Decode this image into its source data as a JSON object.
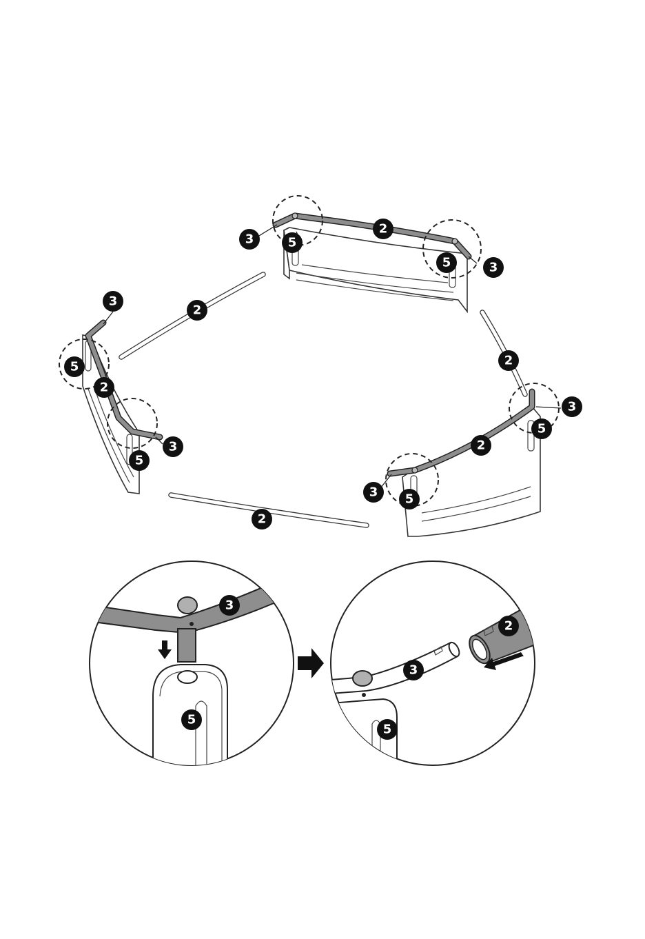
{
  "callouts": {
    "top_left_3": "3",
    "top_left_5": "5",
    "top_middle_2": "2",
    "top_right_5": "5",
    "top_right_3": "3",
    "upper_left_tube_2": "2",
    "left_top_3": "3",
    "left_5": "5",
    "left_2": "2",
    "left_lower_3": "3",
    "left_lower_5": "5",
    "right_tube_2": "2",
    "right_upper_3": "3",
    "right_upper_5": "5",
    "right_middle_2": "2",
    "right_lower_3": "3",
    "right_lower_5": "5",
    "bottom_tube_2": "2",
    "detail_left_3": "3",
    "detail_left_5": "5",
    "detail_right_2": "2",
    "detail_right_3": "3",
    "detail_right_5": "5"
  },
  "icons": {
    "step_arrow": "right-arrow-icon",
    "insert_arrow": "down-arrow-icon",
    "slide_arrow": "down-left-arrow-icon"
  },
  "colors": {
    "rail_grey": "#8e8e8e",
    "callout_fill": "#111111",
    "outline": "#222222"
  }
}
